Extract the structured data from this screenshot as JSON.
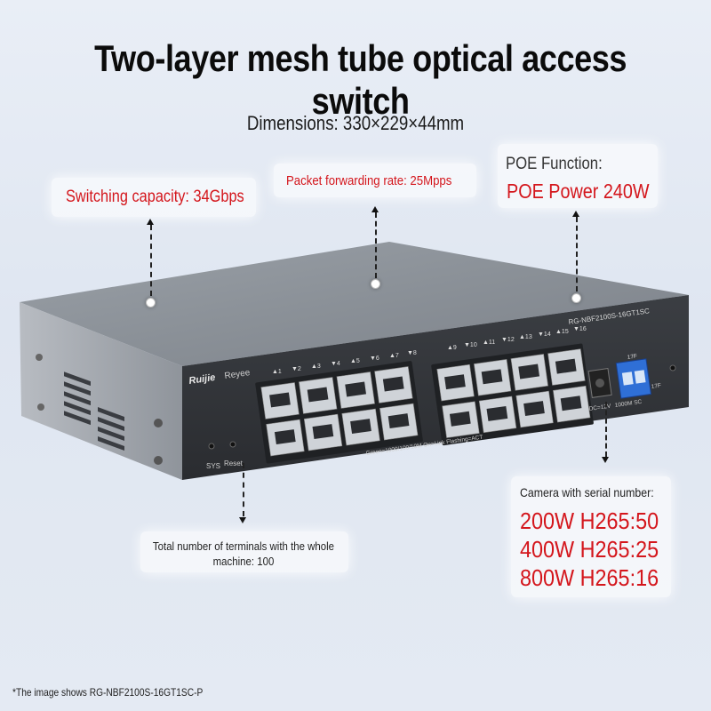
{
  "title": "Two-layer mesh tube optical access switch",
  "dimensions": "Dimensions: 330×229×44mm",
  "callouts": {
    "switching_capacity": "Switching capacity: 34Gbps",
    "packet_forwarding": "Packet forwarding rate: 25Mpps",
    "poe_function_label": "POE Function:",
    "poe_power": "POE Power 240W",
    "terminals": "Total number of terminals with the whole machine: 100",
    "camera_label": "Camera with serial number:",
    "camera_lines": [
      "200W H265:50",
      "400W H265:25",
      "800W H265:16"
    ]
  },
  "device": {
    "model": "RG-NBF2100S-16GT1SC",
    "brand": "Ruijie",
    "sub_brand": "Reyee",
    "port_labels_left": [
      "▲1",
      "▼2",
      "▲3",
      "▼4",
      "▲5",
      "▼6",
      "▲7",
      "▼8"
    ],
    "port_labels_right": [
      "▲9",
      "▼10",
      "▲11",
      "▼12",
      "▲13",
      "▼14",
      "▲15",
      "▼16"
    ],
    "led_legend": "Green=1000/100/10M  On=Link  Flashing=ACT",
    "sys_label": "SYS",
    "reset_label": "Reset",
    "power_label": "DC=12V",
    "sfp_port_label": "17F",
    "sfp_speed_label": "1000M SC",
    "sfp_led_label": "17F"
  },
  "footnote": "*The image shows RG-NBF2100S-16GT1SC-P",
  "colors": {
    "accent_red": "#d4161c",
    "sfp_blue": "#2f6fd6",
    "chassis": "#4a4d52"
  }
}
